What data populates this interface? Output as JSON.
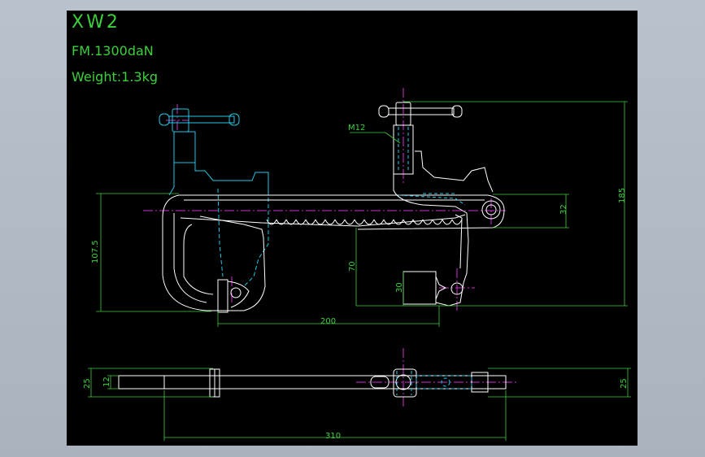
{
  "title_block": {
    "model": "XW2",
    "force": "FM.1300daN",
    "weight": "Weight:1.3kg"
  },
  "dimensions": {
    "thread": "M12",
    "d185": "185",
    "d32": "32",
    "d107_5": "107.5",
    "d70": "70",
    "d30": "30",
    "d200": "200",
    "d25_left": "25",
    "d12": "12",
    "d25_right": "25",
    "d310": "310"
  },
  "colors": {
    "outline": "#ffffff",
    "dimension": "#3cd03c",
    "hidden": "#22c8e8",
    "centerline": "#d030d0",
    "background": "#000000"
  }
}
